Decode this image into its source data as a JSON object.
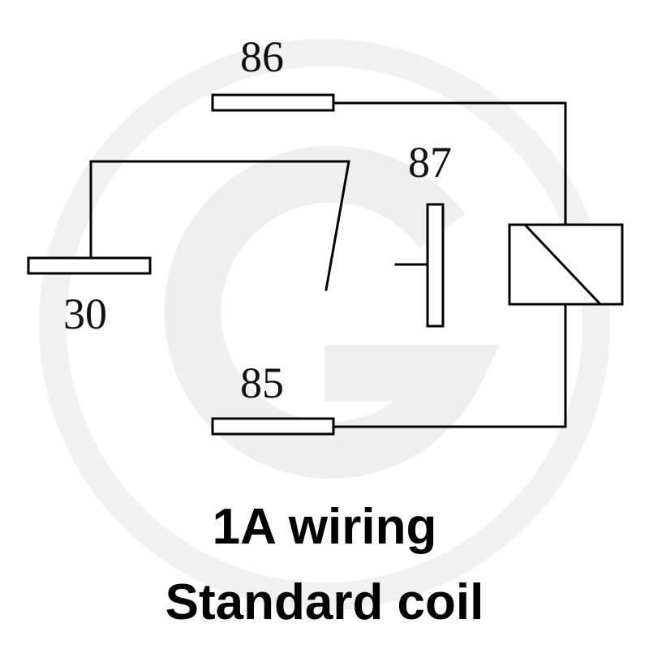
{
  "diagram": {
    "colors": {
      "line": "#000000",
      "watermark": "#ededed",
      "terminal_fill": "#ffffff"
    },
    "terminals": [
      {
        "id": "86",
        "label": "86"
      },
      {
        "id": "87",
        "label": "87"
      },
      {
        "id": "30",
        "label": "30"
      },
      {
        "id": "85",
        "label": "85"
      }
    ],
    "caption": {
      "line1": "1A wiring",
      "line2": "Standard coil"
    }
  }
}
